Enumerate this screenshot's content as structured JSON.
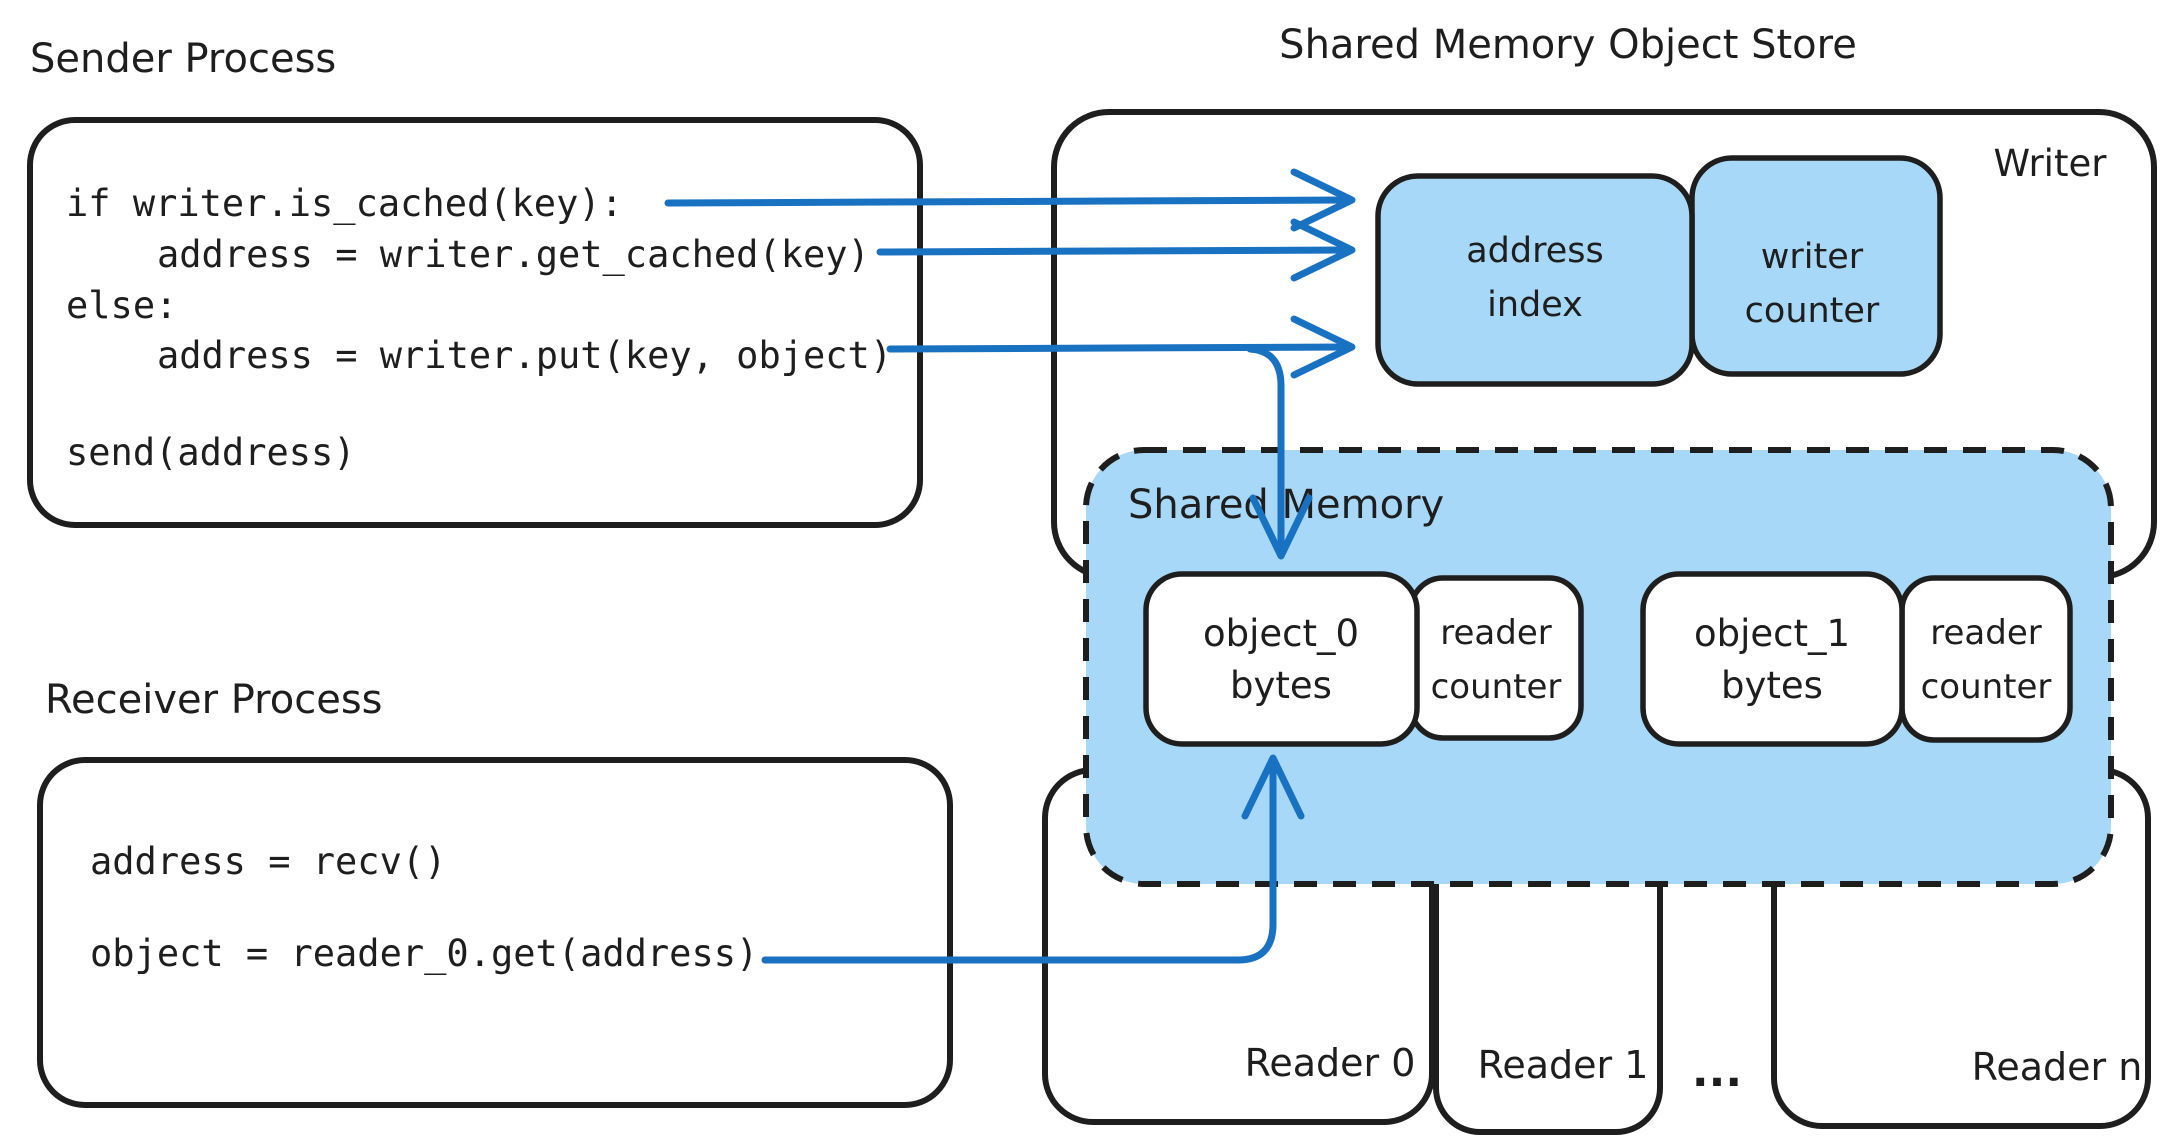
{
  "colors": {
    "stroke": "#1e1e1e",
    "arrow_blue": "#1971c2",
    "light_blue_fill": "#a7d8f7",
    "background": "#ffffff"
  },
  "sender": {
    "title": "Sender Process",
    "code": [
      "if writer.is_cached(key):",
      "address = writer.get_cached(key)",
      "else:",
      "address = writer.put(key, object)",
      "send(address)"
    ]
  },
  "receiver": {
    "title": "Receiver Process",
    "code": [
      "address = recv()",
      "object = reader_0.get(address)"
    ]
  },
  "store": {
    "title": "Shared Memory Object Store",
    "writer_label": "Writer",
    "address_index": {
      "line1": "address",
      "line2": "index"
    },
    "writer_counter": {
      "line1": "writer",
      "line2": "counter"
    },
    "shared_memory": {
      "label": "Shared Memory",
      "object0": {
        "line1": "object_0",
        "line2": "bytes"
      },
      "reader_counter0": {
        "line1": "reader",
        "line2": "counter"
      },
      "object1": {
        "line1": "object_1",
        "line2": "bytes"
      },
      "reader_counter1": {
        "line1": "reader",
        "line2": "counter"
      }
    },
    "readers": {
      "r0": "Reader 0",
      "r1": "Reader 1",
      "ellipsis": "...",
      "rn": "Reader n"
    }
  }
}
